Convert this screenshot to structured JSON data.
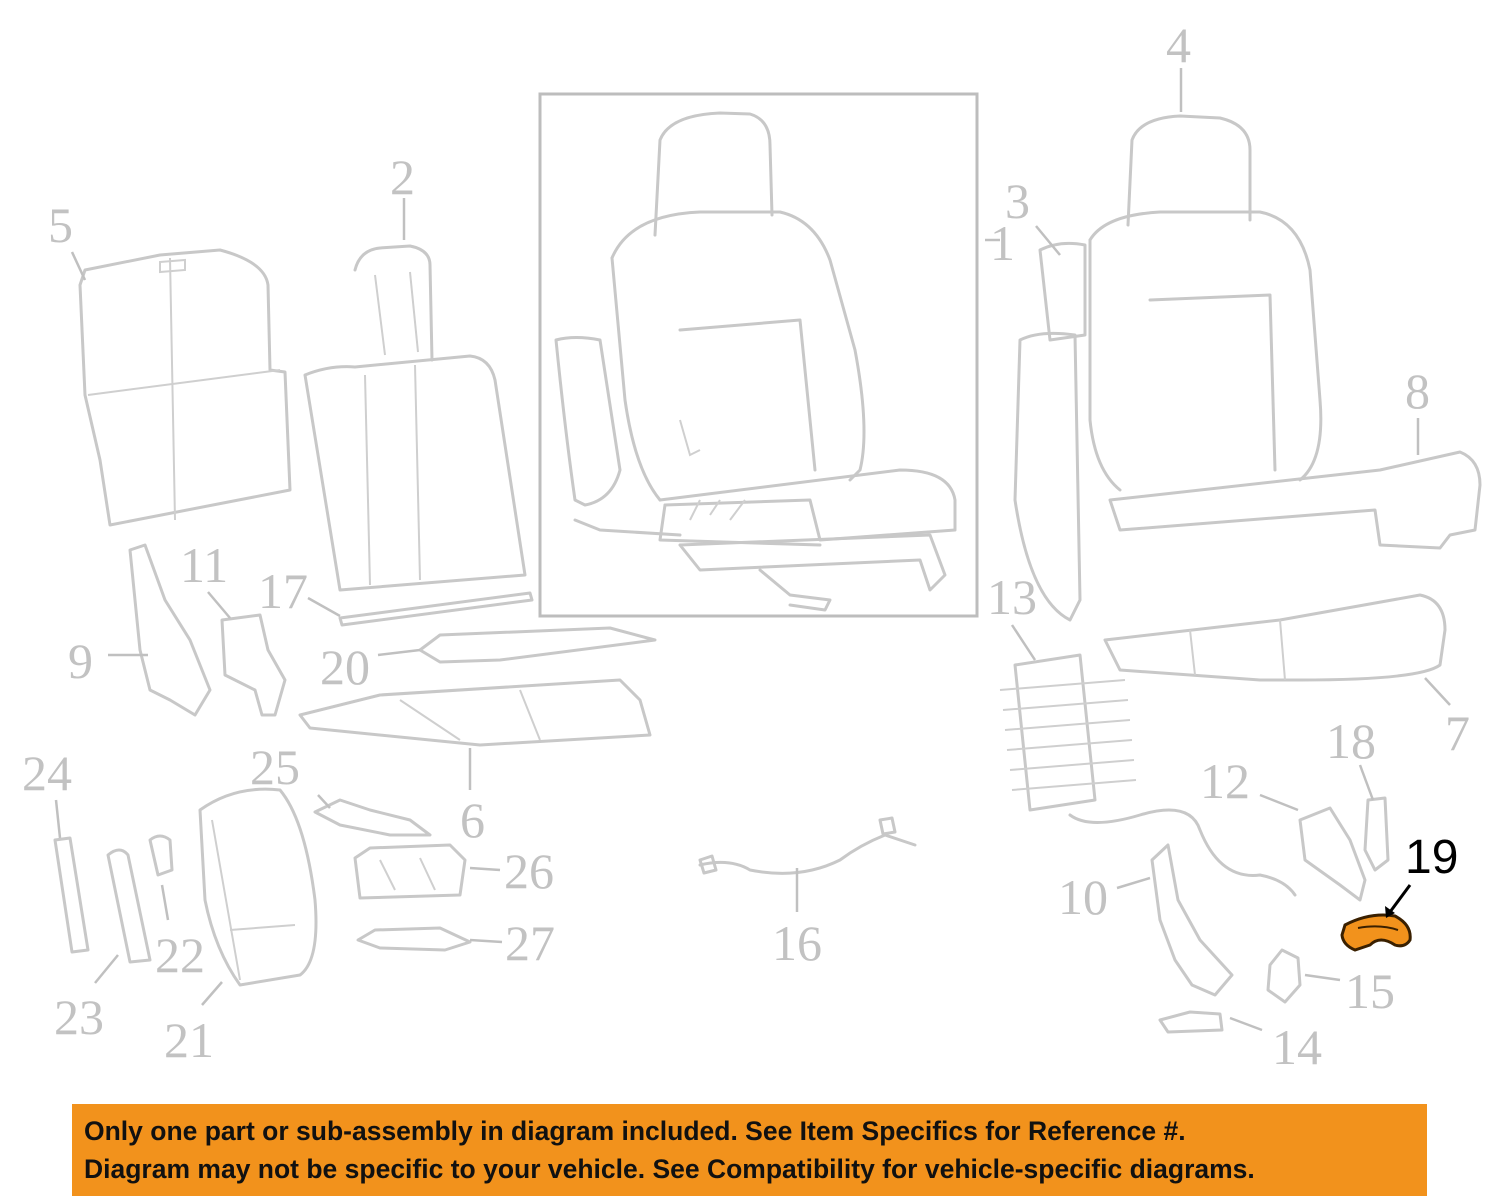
{
  "callouts": [
    {
      "id": "1",
      "label": "1"
    },
    {
      "id": "2",
      "label": "2"
    },
    {
      "id": "3",
      "label": "3"
    },
    {
      "id": "4",
      "label": "4"
    },
    {
      "id": "5",
      "label": "5"
    },
    {
      "id": "6",
      "label": "6"
    },
    {
      "id": "7",
      "label": "7"
    },
    {
      "id": "8",
      "label": "8"
    },
    {
      "id": "9",
      "label": "9"
    },
    {
      "id": "10",
      "label": "10"
    },
    {
      "id": "11",
      "label": "11"
    },
    {
      "id": "12",
      "label": "12"
    },
    {
      "id": "13",
      "label": "13"
    },
    {
      "id": "14",
      "label": "14"
    },
    {
      "id": "15",
      "label": "15"
    },
    {
      "id": "16",
      "label": "16"
    },
    {
      "id": "17",
      "label": "17"
    },
    {
      "id": "18",
      "label": "18"
    },
    {
      "id": "19",
      "label": "19"
    },
    {
      "id": "20",
      "label": "20"
    },
    {
      "id": "21",
      "label": "21"
    },
    {
      "id": "22",
      "label": "22"
    },
    {
      "id": "23",
      "label": "23"
    },
    {
      "id": "24",
      "label": "24"
    },
    {
      "id": "25",
      "label": "25"
    },
    {
      "id": "26",
      "label": "26"
    },
    {
      "id": "27",
      "label": "27"
    }
  ],
  "highlighted_part": "19",
  "colors": {
    "highlight": "#f2921c",
    "line_art": "#c8c8c8",
    "banner_bg": "#f2921c",
    "banner_text": "#111111"
  },
  "banner": {
    "line1": "Only one part or sub-assembly in diagram included. See Item Specifics for Reference #.",
    "line2": "Diagram may not be specific to your vehicle. See Compatibility for vehicle-specific diagrams."
  }
}
